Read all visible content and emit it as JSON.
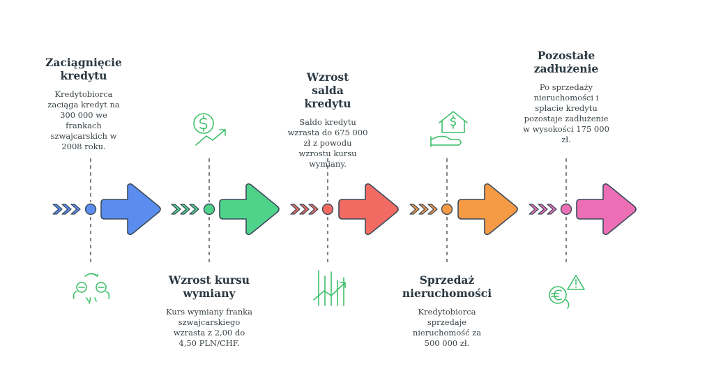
{
  "steps": [
    {
      "title": "Zaciągnięcie kredytu",
      "desc": "Kredytobiorca zaciąga kredyt na 300 000 we frankach szwajcarskich w 2008 roku.",
      "color": "#5b8def",
      "light": "#6f9cf3",
      "icon": "exchange-icon"
    },
    {
      "title": "Wzrost kursu wymiany",
      "desc": "Kurs wymiany franka szwajcarskiego wzrasta z 2,00 do 4,50 PLN/CHF.",
      "color": "#4fd38a",
      "light": "#67dc9c",
      "icon": "dollar-growth-icon"
    },
    {
      "title": "Wzrost salda kredytu",
      "desc": "Saldo kredytu wzrasta do 675 000 zł z powodu wzrostu kursu wymiany.",
      "color": "#f26b62",
      "light": "#f4837b",
      "icon": "growth-bars-icon"
    },
    {
      "title": "Sprzedaż nieruchomości",
      "desc": "Kredytobiorca sprzedaje nieruchomość za 500 000 zł.",
      "color": "#f59a45",
      "light": "#f7ab62",
      "icon": "house-dollar-icon"
    },
    {
      "title": "Pozostałe zadłużenie",
      "desc": "Po sprzedaży nieruchomości i spłacie kredytu pozostaje zadłużenie w wysokości 175 000 zł.",
      "color": "#ec6fb5",
      "light": "#f086c2",
      "icon": "euro-warning-icon"
    }
  ]
}
